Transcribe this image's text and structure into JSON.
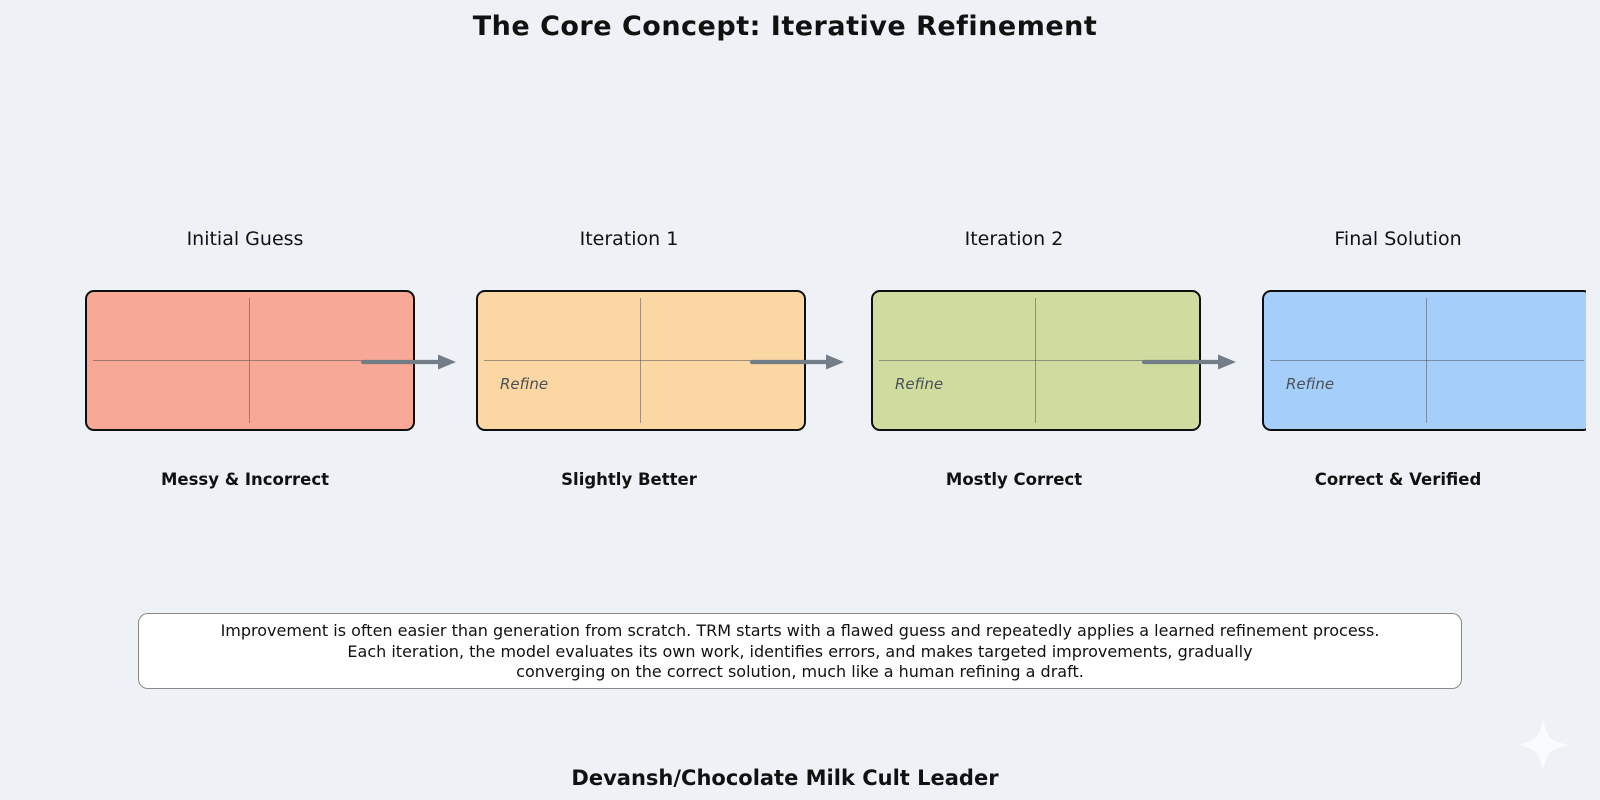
{
  "title": "The Core Concept: Iterative Refinement",
  "panels": [
    {
      "label": "Initial Guess",
      "caption": "Messy & Incorrect",
      "refine_label": "",
      "fill": "#F8A896"
    },
    {
      "label": "Iteration 1",
      "caption": "Slightly Better",
      "refine_label": "Refine",
      "fill": "#FAD7A3"
    },
    {
      "label": "Iteration 2",
      "caption": "Mostly Correct",
      "refine_label": "Refine",
      "fill": "#CEDC9F"
    },
    {
      "label": "Final Solution",
      "caption": "Correct & Verified",
      "refine_label": "Refine",
      "fill": "#A5CFFA"
    }
  ],
  "explanation": {
    "line1": "Improvement is often easier than generation from scratch. TRM starts with a flawed guess and repeatedly applies a learned refinement process.",
    "line2": "Each iteration, the model evaluates its own work, identifies errors, and makes targeted improvements, gradually",
    "line3": "converging on the correct solution, much like a human refining a draft."
  },
  "footer": "Devansh/Chocolate Milk Cult Leader",
  "icons": {
    "sparkle": "four-pointed-star"
  },
  "colors": {
    "background": "#EEF2F6",
    "panel_border": "#0F0F0F",
    "arrow": "#737D87",
    "text": "#111111",
    "refine_text": "#4B5055",
    "box_bg": "#FFFFFF",
    "box_border": "#888888",
    "sparkle": "#FAFBFD"
  }
}
